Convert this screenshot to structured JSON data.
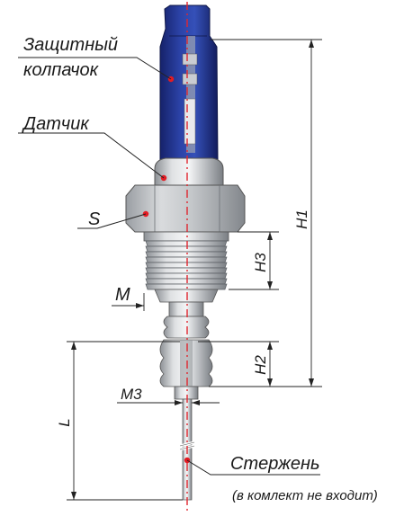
{
  "labels": {
    "cap_line1": "Защитный",
    "cap_line2": "колпачок",
    "sensor": "Датчик",
    "hex": "S",
    "thread": "M",
    "small_thread": "M3",
    "rod": "Стержень",
    "rod_note": "(в комлект не входит)"
  },
  "dimensions": {
    "h1": "H1",
    "h2": "H2",
    "h3": "H3",
    "l": "L"
  },
  "colors": {
    "cap_blue": "#22358f",
    "metal": "#b9bcc0",
    "axis_red": "#e0262f",
    "dot_red": "#e31b23"
  }
}
